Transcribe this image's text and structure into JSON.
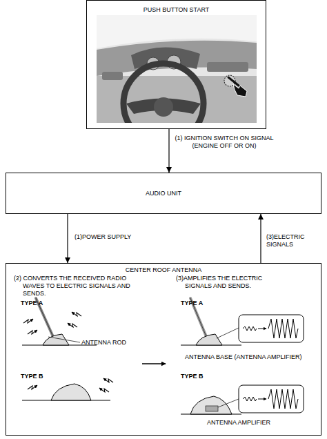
{
  "diagram": {
    "nodes": [
      {
        "text": [
          "PUSH BUTTON START"
        ]
      },
      {
        "text": [
          "AUDIO UNIT"
        ]
      },
      {
        "text": [
          "CENTER ROOF ANTENNA"
        ]
      }
    ],
    "edges": [
      {
        "from": 0,
        "to": 1,
        "arrow": "to",
        "label": "(1) IGNITION SWITCH ON SIGNAL (ENGINE OFF OR ON)"
      },
      {
        "from": 1,
        "to": 2,
        "arrow": "to",
        "label": "(1)POWER SUPPLY"
      },
      {
        "from": 2,
        "to": 1,
        "arrow": "to",
        "label": "(3)ELECTRIC SIGNALS"
      }
    ],
    "labels": [
      "(2) CONVERTS THE RECEIVED RADIO WAVES TO ELECTRIC SIGNALS AND SENDS.",
      "(3)AMPLIFIES THE ELECTRIC SIGNALS AND SENDS.",
      "TYPE A",
      "ANTENNA ROD",
      "TYPE B",
      "TYPE A",
      "ANTENNA BASE (ANTENNA AMPLIFIER)",
      "TYPE B",
      "ANTENNA AMPLIFIER"
    ]
  }
}
